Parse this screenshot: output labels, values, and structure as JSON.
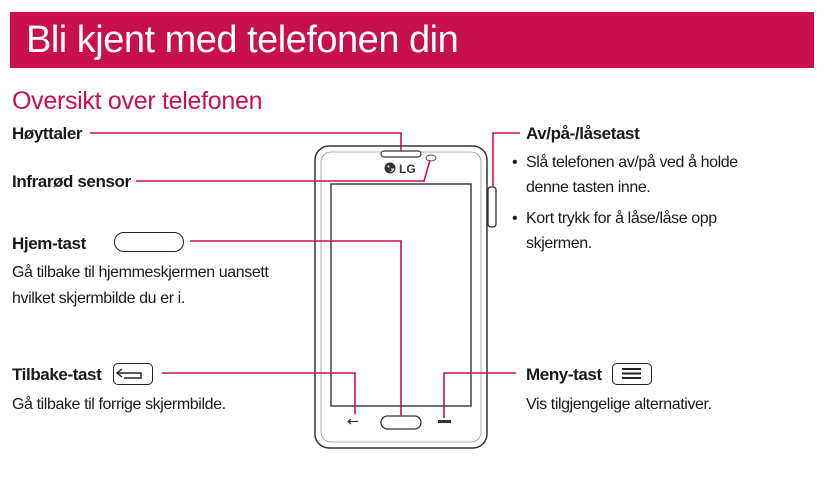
{
  "header": {
    "title": "Bli kjent med telefonen din",
    "section_title": "Oversikt over telefonen"
  },
  "labels": {
    "speaker": "Høyttaler",
    "infrared": "Infrarød sensor",
    "home_key": "Hjem-tast",
    "home_desc_1": "Gå tilbake til hjemmeskjermen uansett",
    "home_desc_2": "hvilket skjermbilde du er i.",
    "back_key": "Tilbake-tast",
    "back_desc": "Gå tilbake til forrige skjermbilde.",
    "power_key": "Av/på-/låsetast",
    "power_bullets": [
      {
        "line1": "Slå telefonen av/på ved å holde",
        "line2": "denne tasten inne."
      },
      {
        "line1": "Kort trykk for å låse/låse opp",
        "line2": "skjermen."
      }
    ],
    "menu_key": "Meny-tast",
    "menu_desc": "Vis tilgjengelige alternativer."
  },
  "phone": {
    "brand": "LG"
  },
  "colors": {
    "accent": "#c8104e",
    "text": "#1a1a1a"
  },
  "icons": [
    "back-arrow-icon",
    "menu-lines-icon",
    "lg-logo-icon"
  ]
}
